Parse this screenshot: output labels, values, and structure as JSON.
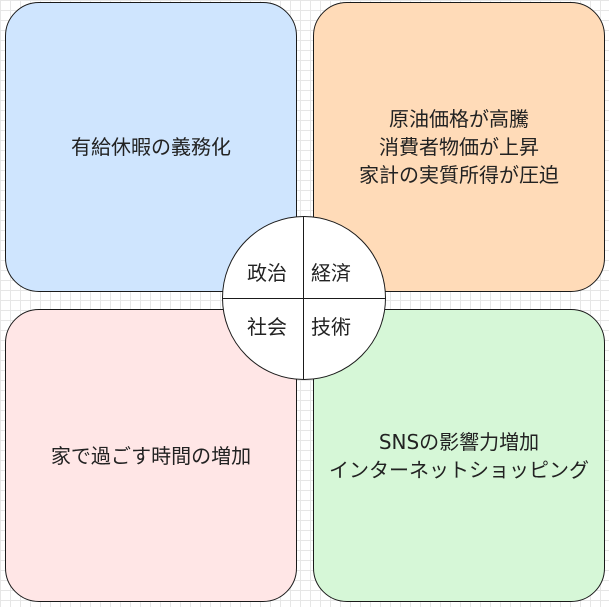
{
  "quadrants": {
    "politics": {
      "lines": [
        "有給休暇の義務化"
      ],
      "color": "#cfe5fe"
    },
    "economy": {
      "lines": [
        "原油価格が高騰",
        "消費者物価が上昇",
        "家計の実質所得が圧迫"
      ],
      "color": "#ffdbb8"
    },
    "society": {
      "lines": [
        "家で過ごす時間の増加"
      ],
      "color": "#ffe6e6"
    },
    "technology": {
      "lines": [
        "SNSの影響力増加",
        "インターネットショッピング"
      ],
      "color": "#d6f7d7"
    }
  },
  "center": {
    "politics_label": "政治",
    "economy_label": "経済",
    "society_label": "社会",
    "technology_label": "技術"
  }
}
